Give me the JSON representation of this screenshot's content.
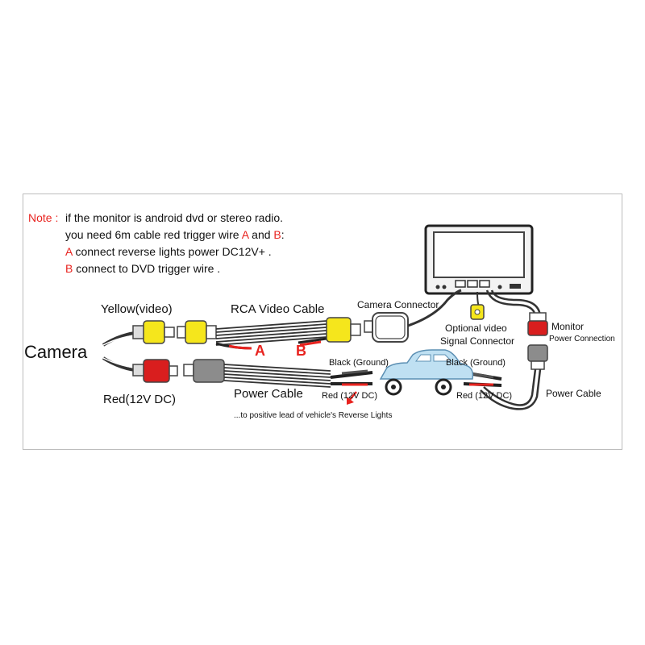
{
  "note": {
    "prefix": "Note :",
    "line1": "if the monitor is android dvd or stereo radio.",
    "line2_text": "you need 6m cable red trigger wire",
    "line2_a": "A",
    "line2_and": "and",
    "line2_b": "B",
    "line2_colon": ":",
    "line3_letter": "A",
    "line3_text": "connect reverse lights power DC12V+ .",
    "line4_letter": "B",
    "line4_text": "connect to DVD trigger wire ."
  },
  "labels": {
    "camera": "Camera",
    "yellow": "Yellow(video)",
    "red": "Red(12V DC)",
    "rca_cable": "RCA Video Cable",
    "power_cable_left": "Power Cable",
    "trigger_a": "A",
    "trigger_b": "B",
    "camera_connector": "Camera Connector",
    "optional_video": "Optional video",
    "signal_connector": "Signal Connector",
    "monitor": "Monitor",
    "power_connection": "Power Connection",
    "power_cable_right": "Power Cable",
    "black_ground_left": "Black (Ground)",
    "black_ground_right": "Black (Ground)",
    "red_dc_left": "Red (12V DC)",
    "red_dc_right": "Red (12V DC)",
    "reverse_lights": "...to positive lead of vehicle's Reverse Lights"
  },
  "colors": {
    "accent_red": "#e8231f",
    "yellow_plug": "#f5e61c",
    "red_plug": "#d91e1e",
    "grey_plug": "#8c8c8c",
    "car": "#bfe0f2",
    "cable": "#333333"
  }
}
